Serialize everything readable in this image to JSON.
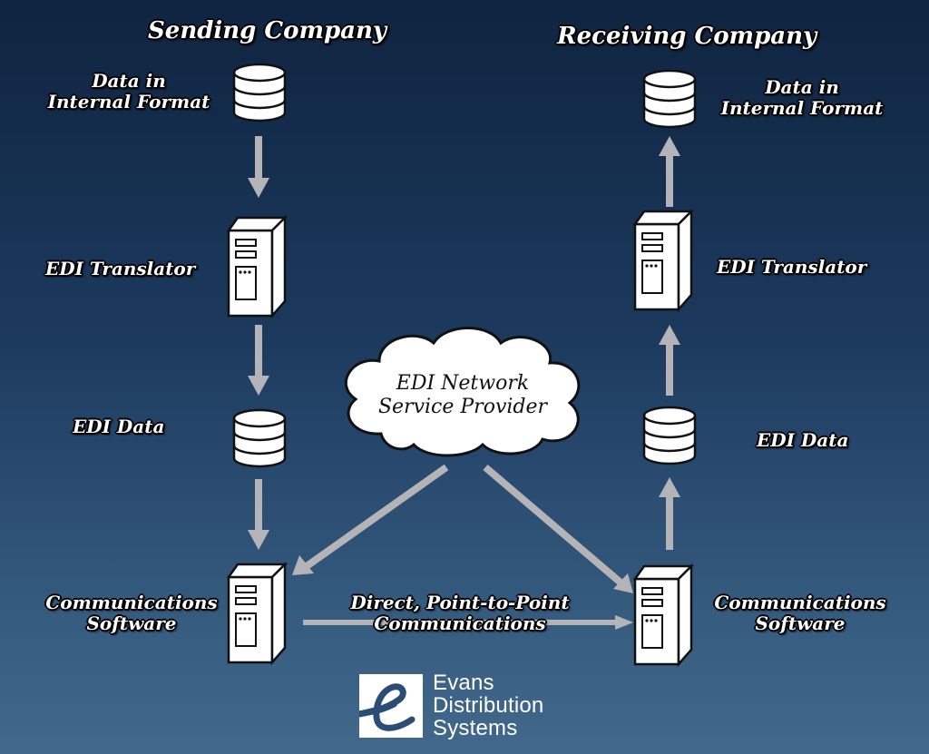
{
  "headings": {
    "sending": "Sending Company",
    "receiving": "Receiving Company"
  },
  "sending": {
    "data_internal": [
      "Data in",
      "Internal Format"
    ],
    "translator": "EDI Translator",
    "edi_data": "EDI Data",
    "comm": [
      "Communications",
      "Software"
    ]
  },
  "receiving": {
    "data_internal": [
      "Data in",
      "Internal Format"
    ],
    "translator": "EDI Translator",
    "edi_data": "EDI Data",
    "comm": [
      "Communications",
      "Software"
    ]
  },
  "network": [
    "EDI Network",
    "Service Provider"
  ],
  "direct": [
    "Direct, Point-to-Point",
    "Communications"
  ],
  "logo": {
    "letter": "e",
    "lines": [
      "Evans",
      "Distribution",
      "Systems"
    ]
  },
  "colors": {
    "arrow": "#b4b4b8",
    "icon_fill": "#ffffff",
    "icon_stroke": "#111111"
  },
  "icons": {
    "database": "database-icon",
    "server": "server-icon",
    "cloud": "cloud-icon"
  }
}
